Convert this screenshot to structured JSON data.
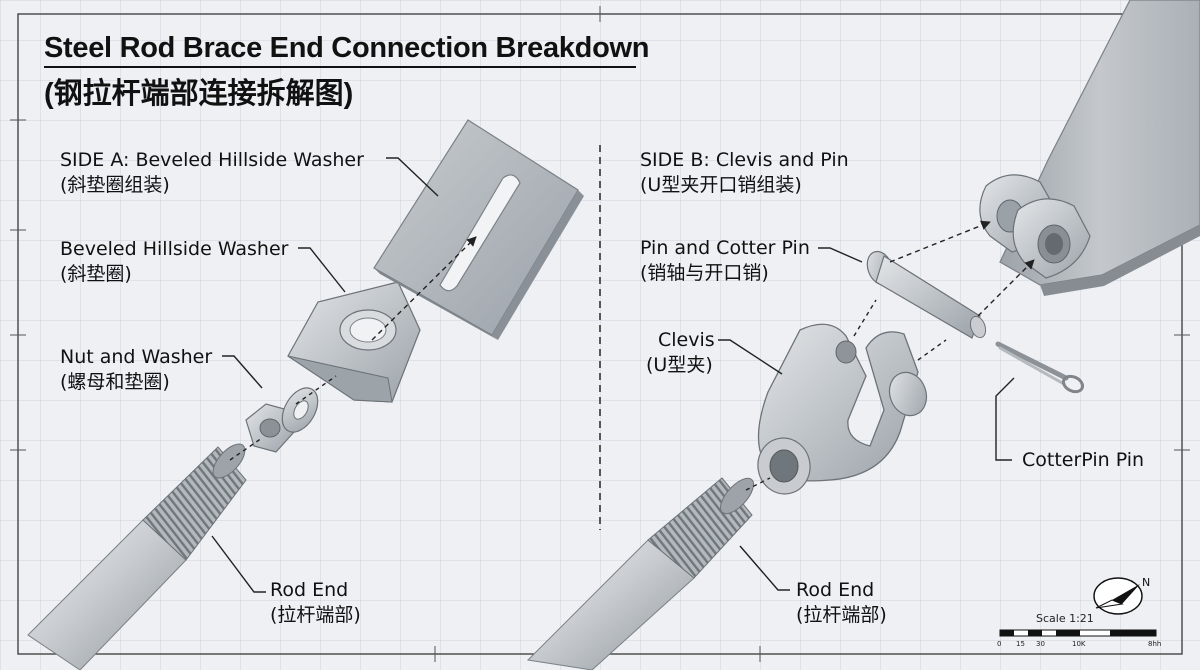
{
  "title": {
    "en": "Steel Rod Brace End Connection Breakdown",
    "zh": "(钢拉杆端部连接拆解图)"
  },
  "side_a": {
    "header": {
      "en": "SIDE A: Beveled Hillside Washer",
      "zh": "(斜垫圈组装)"
    },
    "beveled_washer": {
      "en": "Beveled Hillside Washer",
      "zh": "(斜垫圈)"
    },
    "nut_washer": {
      "en": "Nut and Washer",
      "zh": "(螺母和垫圈)"
    },
    "rod_end": {
      "en": "Rod End",
      "zh": "(拉杆端部)"
    }
  },
  "side_b": {
    "header": {
      "en": "SIDE B: Clevis and Pin",
      "zh": "(U型夹开口销组装)"
    },
    "pin": {
      "en": "Pin and Cotter Pin",
      "zh": "(销轴与开口销)"
    },
    "clevis": {
      "en": "Clevis",
      "zh": "(U型夹)"
    },
    "cotter": {
      "en": "CotterPin Pin"
    },
    "rod_end": {
      "en": "Rod End",
      "zh": "(拉杆端部)"
    }
  },
  "scale": {
    "label": "Scale 1:21",
    "ticks": [
      "0",
      "15",
      "30",
      "10K",
      "8hh"
    ]
  },
  "north": "N",
  "colors": {
    "steel_light": "#d7dadd",
    "steel_mid": "#a9afb5",
    "steel_dark": "#7c838a",
    "ink": "#111111",
    "grid": "#c6ccd4"
  }
}
